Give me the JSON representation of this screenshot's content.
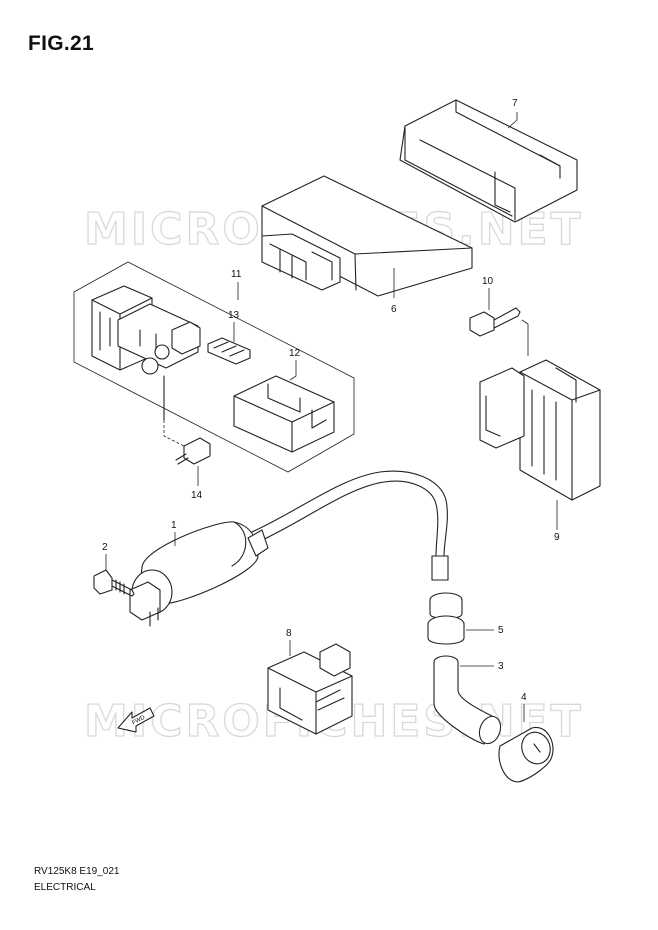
{
  "figure": {
    "title": "FIG.21",
    "watermark": "MICROFICHES.NET",
    "model_code": "RV125K8 E19_021",
    "section": "ELECTRICAL"
  },
  "parts": [
    {
      "number": "1"
    },
    {
      "number": "2"
    },
    {
      "number": "3"
    },
    {
      "number": "4"
    },
    {
      "number": "5"
    },
    {
      "number": "6"
    },
    {
      "number": "7"
    },
    {
      "number": "8"
    },
    {
      "number": "9"
    },
    {
      "number": "10"
    },
    {
      "number": "11"
    },
    {
      "number": "12"
    },
    {
      "number": "13"
    },
    {
      "number": "14"
    }
  ],
  "direction_marker": {
    "label": "FWD",
    "icon": "forward-arrow-icon"
  },
  "colors": {
    "line": "#222222",
    "watermark": "#d9d9d9"
  }
}
